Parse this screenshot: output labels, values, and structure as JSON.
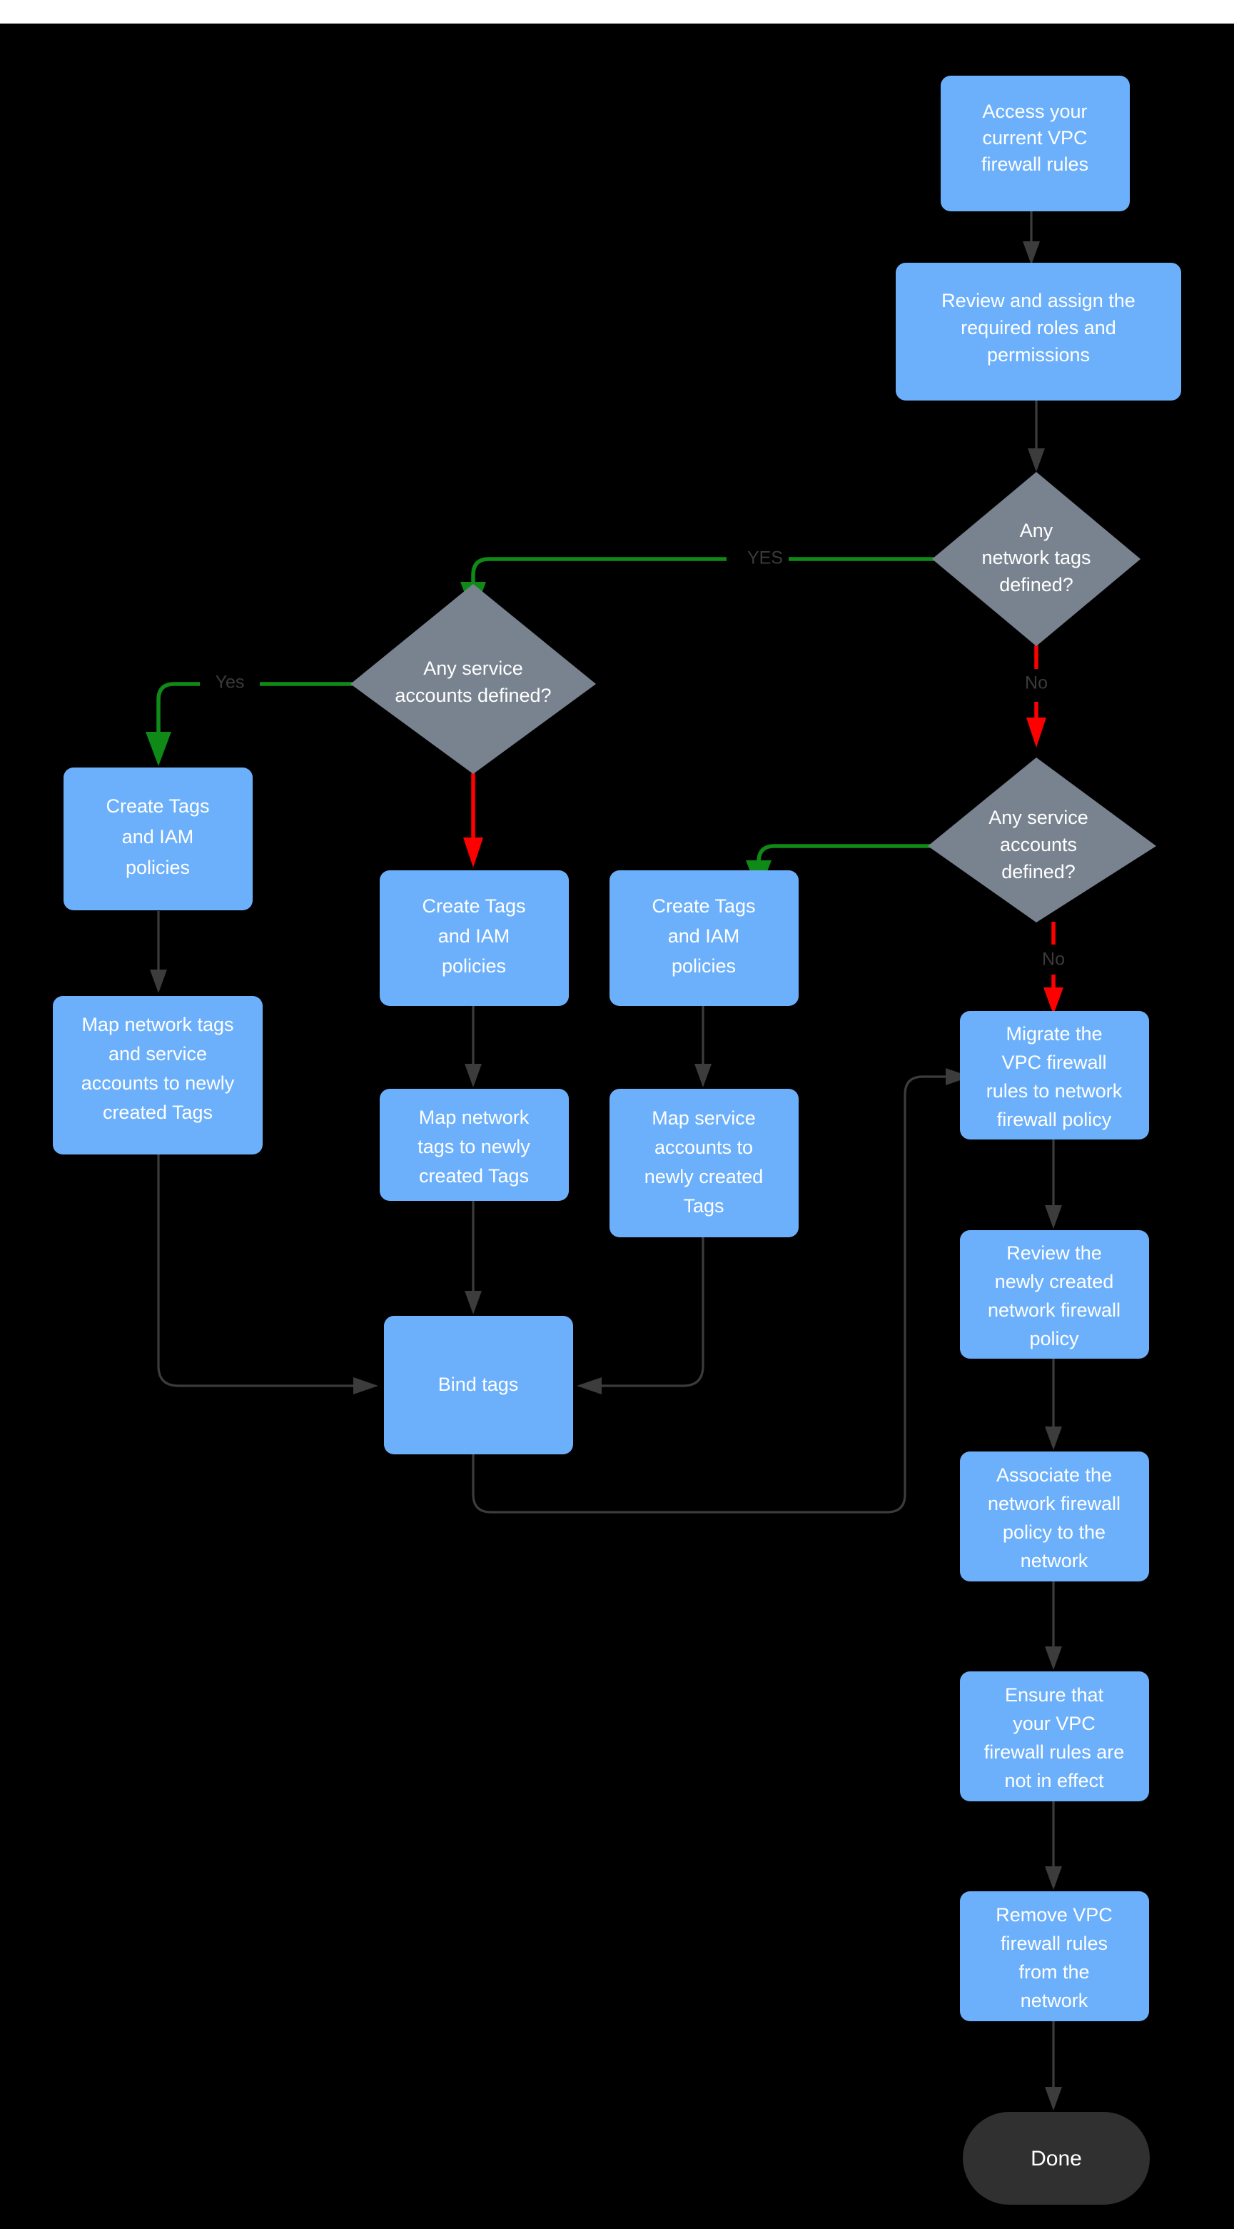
{
  "diagram": {
    "title": "VPC firewall rules to network firewall policy migration flowchart",
    "background_color": "#000000",
    "process_fill": "#6cb0fb",
    "decision_fill": "#79838f",
    "terminal_fill": "#303030",
    "edge_color": "#3c3c3c",
    "yes_edge_color": "#0f8a16",
    "no_edge_color": "#ff0000"
  },
  "nodes": {
    "access_rules": {
      "label": "Access your current VPC firewall rules",
      "type": "process"
    },
    "review_roles": {
      "label": "Review and assign the required roles and permissions",
      "type": "process"
    },
    "decision_network_tags": {
      "label": "Any network tags defined?",
      "type": "decision"
    },
    "decision_service_accounts_left": {
      "label": "Any service accounts defined?",
      "type": "decision"
    },
    "decision_service_accounts_right": {
      "label": "Any service accounts defined?",
      "type": "decision"
    },
    "create_tags_left": {
      "label": "Create Tags and IAM policies",
      "type": "process"
    },
    "create_tags_middle": {
      "label": "Create Tags and IAM policies",
      "type": "process"
    },
    "create_tags_right": {
      "label": "Create Tags and IAM policies",
      "type": "process"
    },
    "map_both": {
      "label": "Map network tags and service accounts to newly created Tags",
      "type": "process"
    },
    "map_network_tags": {
      "label": "Map network tags to newly created Tags",
      "type": "process"
    },
    "map_service_accounts": {
      "label": "Map service accounts  to newly created Tags",
      "type": "process"
    },
    "bind_tags": {
      "label": "Bind tags",
      "type": "process"
    },
    "migrate_rules": {
      "label": "Migrate the VPC firewall rules to network firewall policy",
      "type": "process"
    },
    "review_policy": {
      "label": "Review the newly created network firewall policy",
      "type": "process"
    },
    "associate_policy": {
      "label": "Associate the network firewall policy to the network",
      "type": "process"
    },
    "ensure_not_in_effect": {
      "label": "Ensure that your VPC firewall rules are not in effect",
      "type": "process"
    },
    "remove_rules": {
      "label": "Remove  VPC firewall rules from the network",
      "type": "process"
    },
    "done": {
      "label": "Done",
      "type": "terminal"
    }
  },
  "node_lines": {
    "access_rules": [
      "Access your",
      "current VPC",
      "firewall rules"
    ],
    "review_roles": [
      "Review and assign the",
      "required roles and",
      "permissions"
    ],
    "decision_network_tags": [
      "Any",
      "network tags",
      "defined?"
    ],
    "decision_service_accounts_left": [
      "Any service",
      "accounts defined?"
    ],
    "decision_service_accounts_right": [
      "Any service",
      "accounts",
      "defined?"
    ],
    "create_tags_left": [
      "Create Tags",
      "and IAM",
      "policies"
    ],
    "create_tags_middle": [
      "Create Tags",
      "and IAM",
      "policies"
    ],
    "create_tags_right": [
      "Create Tags",
      "and IAM",
      "policies"
    ],
    "map_both": [
      "Map network tags",
      "and service",
      "accounts to newly",
      "created Tags"
    ],
    "map_network_tags": [
      "Map network",
      "tags to newly",
      "created Tags"
    ],
    "map_service_accounts": [
      "Map service",
      "accounts  to",
      "newly created",
      "Tags"
    ],
    "bind_tags": [
      "Bind tags"
    ],
    "migrate_rules": [
      "Migrate the",
      "VPC firewall",
      "rules to network",
      "firewall policy"
    ],
    "review_policy": [
      "Review the",
      "newly created",
      "network firewall",
      "policy"
    ],
    "associate_policy": [
      "Associate the",
      "network firewall",
      "policy to the",
      "network"
    ],
    "ensure_not_in_effect": [
      "Ensure that",
      "your VPC",
      "firewall rules are",
      "not in effect"
    ],
    "remove_rules": [
      "Remove  VPC",
      "firewall rules",
      "from the",
      "network"
    ],
    "done": [
      "Done"
    ]
  },
  "edge_labels": {
    "network_tags_yes": "YES",
    "network_tags_no": "No",
    "service_accounts_left_yes": "Yes",
    "service_accounts_right_no": "No"
  }
}
